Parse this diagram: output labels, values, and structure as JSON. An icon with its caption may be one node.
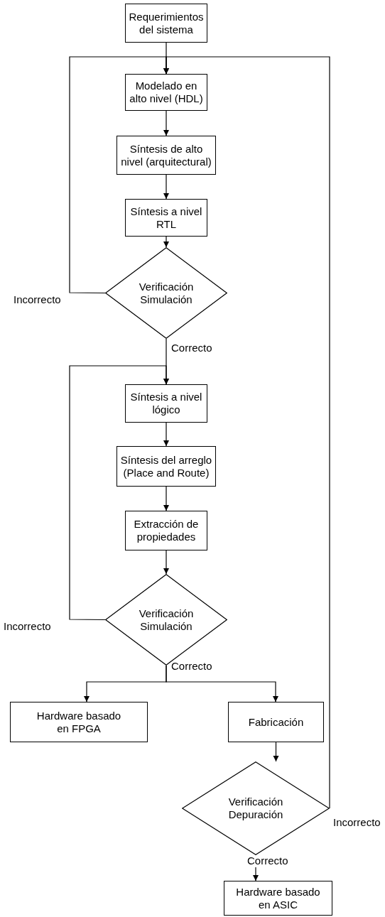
{
  "diagram": {
    "nodes": [
      {
        "text": [
          "Requerimientos del sistema"
        ]
      },
      {
        "text": [
          "Modelado en alto nivel (HDL)"
        ]
      },
      {
        "text": [
          "Síntesis de alto nivel (arquitectural)"
        ]
      },
      {
        "text": [
          "Síntesis a nivel RTL"
        ]
      },
      {
        "text": [
          "Verificación Simulación"
        ]
      },
      {
        "text": [
          "Síntesis a nivel lógico"
        ]
      },
      {
        "text": [
          "Síntesis del arreglo (Place and Route)"
        ]
      },
      {
        "text": [
          "Extracción de propiedades"
        ]
      },
      {
        "text": [
          "Verificación Simulación"
        ]
      },
      {
        "text": [
          "Hardware basado en FPGA"
        ]
      },
      {
        "text": [
          "Fabricación"
        ]
      },
      {
        "text": [
          "Verificación Depuración"
        ]
      },
      {
        "text": [
          "Hardware basado en ASIC"
        ]
      }
    ],
    "edges": [
      {
        "from": 0,
        "to": 1,
        "arrow": "to"
      },
      {
        "from": 1,
        "to": 2,
        "arrow": "to"
      },
      {
        "from": 2,
        "to": 3,
        "arrow": "to"
      },
      {
        "from": 3,
        "to": 4,
        "arrow": "to"
      },
      {
        "from": 4,
        "to": 1,
        "arrow": "to",
        "label": "Incorrecto"
      },
      {
        "from": 4,
        "to": 5,
        "arrow": "to",
        "label": "Correcto"
      },
      {
        "from": 5,
        "to": 6,
        "arrow": "to"
      },
      {
        "from": 6,
        "to": 7,
        "arrow": "to"
      },
      {
        "from": 7,
        "to": 8,
        "arrow": "to"
      },
      {
        "from": 8,
        "to": 5,
        "arrow": "to",
        "label": "Incorrecto"
      },
      {
        "from": 8,
        "to": 9,
        "arrow": "to",
        "label": "Correcto"
      },
      {
        "from": 8,
        "to": 10,
        "arrow": "to"
      },
      {
        "from": 10,
        "to": 11,
        "arrow": "to"
      },
      {
        "from": 11,
        "to": 12,
        "arrow": "to",
        "label": "Correcto"
      },
      {
        "from": 11,
        "to": 1,
        "arrow": "to",
        "label": "Incorrecto"
      }
    ]
  }
}
